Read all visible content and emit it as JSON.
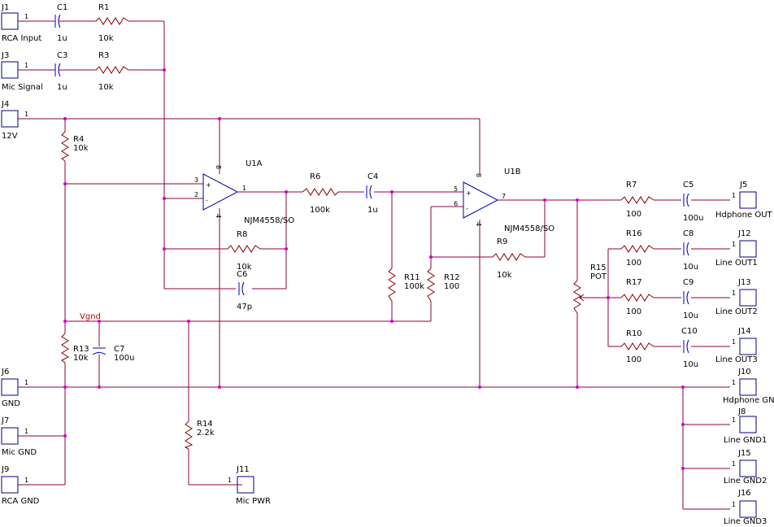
{
  "connectors": [
    {
      "ref": "J1",
      "pin": "1",
      "name": "RCA Input"
    },
    {
      "ref": "J3",
      "pin": "1",
      "name": "Mic Signal"
    },
    {
      "ref": "J4",
      "pin": "1",
      "name": "12V"
    },
    {
      "ref": "J6",
      "pin": "1",
      "name": "GND"
    },
    {
      "ref": "J7",
      "pin": "1",
      "name": "Mic GND"
    },
    {
      "ref": "J9",
      "pin": "1",
      "name": "RCA GND"
    },
    {
      "ref": "J11",
      "pin": "1",
      "name": "Mic PWR"
    },
    {
      "ref": "J5",
      "pin": "1",
      "name": "Hdphone OUT"
    },
    {
      "ref": "J12",
      "pin": "1",
      "name": "Line OUT1"
    },
    {
      "ref": "J13",
      "pin": "1",
      "name": "Line OUT2"
    },
    {
      "ref": "J14",
      "pin": "1",
      "name": "Line OUT3"
    },
    {
      "ref": "J10",
      "pin": "1",
      "name": "Hdphone GND"
    },
    {
      "ref": "J8",
      "pin": "1",
      "name": "Line GND1"
    },
    {
      "ref": "J15",
      "pin": "1",
      "name": "Line GND2"
    },
    {
      "ref": "J16",
      "pin": "1",
      "name": "Line GND3"
    }
  ],
  "capacitors": [
    {
      "ref": "C1",
      "value": "1u"
    },
    {
      "ref": "C3",
      "value": "1u"
    },
    {
      "ref": "C4",
      "value": "1u"
    },
    {
      "ref": "C6",
      "value": "47p"
    },
    {
      "ref": "C7",
      "value": "100u"
    },
    {
      "ref": "C5",
      "value": "100u"
    },
    {
      "ref": "C8",
      "value": "10u"
    },
    {
      "ref": "C9",
      "value": "10u"
    },
    {
      "ref": "C10",
      "value": "10u"
    }
  ],
  "resistors": [
    {
      "ref": "R1",
      "value": "10k"
    },
    {
      "ref": "R3",
      "value": "10k"
    },
    {
      "ref": "R4",
      "value": "10k"
    },
    {
      "ref": "R6",
      "value": "100k"
    },
    {
      "ref": "R8",
      "value": "10k"
    },
    {
      "ref": "R9",
      "value": "10k"
    },
    {
      "ref": "R11",
      "value": "100k"
    },
    {
      "ref": "R12",
      "value": "100"
    },
    {
      "ref": "R13",
      "value": "10k"
    },
    {
      "ref": "R14",
      "value": "2.2k"
    },
    {
      "ref": "R7",
      "value": "100"
    },
    {
      "ref": "R16",
      "value": "100"
    },
    {
      "ref": "R17",
      "value": "100"
    },
    {
      "ref": "R10",
      "value": "100"
    }
  ],
  "potentiometer": {
    "ref": "R15",
    "value": "POT"
  },
  "opamps": [
    {
      "ref": "U1A",
      "part": "NJM4558/SO",
      "pin_plus": "3",
      "pin_minus": "2",
      "pin_out": "1",
      "pin_vcc": "8",
      "pin_vee": "4"
    },
    {
      "ref": "U1B",
      "part": "NJM4558/SO",
      "pin_plus": "5",
      "pin_minus": "6",
      "pin_out": "7",
      "pin_vcc": "8",
      "pin_vee": "4"
    }
  ],
  "nets": {
    "vgnd": "Vgnd"
  },
  "colors": {
    "wire": "#8b0040",
    "resistor": "#8b0000",
    "capacitor": "#0000b0",
    "connector": "#000080",
    "junction": "#d000d0",
    "net_label": "#cc0000"
  }
}
